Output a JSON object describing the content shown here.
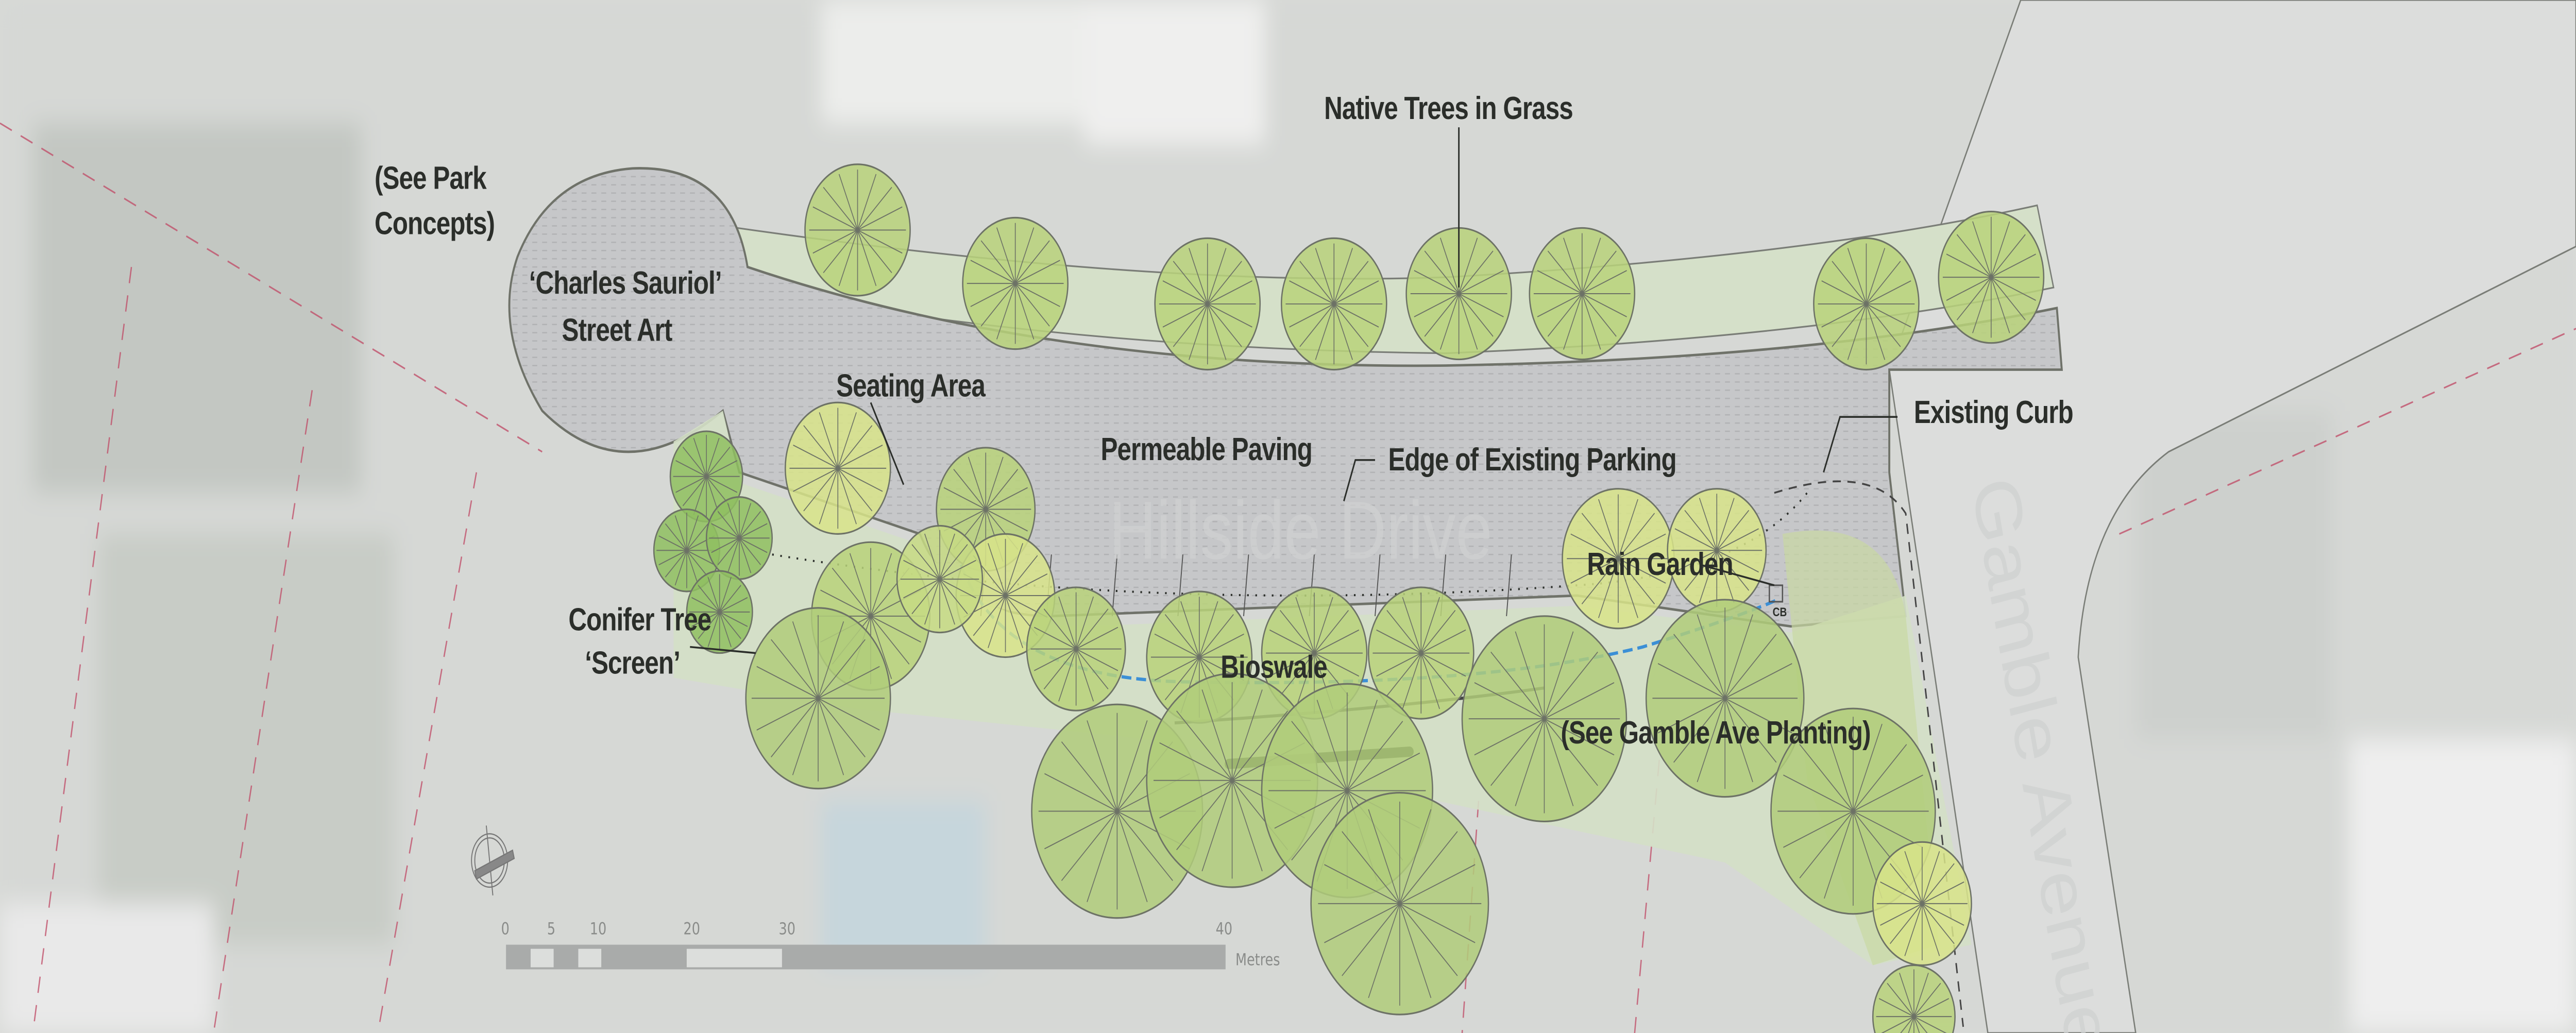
{
  "labels": {
    "park_concepts_1": "(See Park",
    "park_concepts_2": "Concepts)",
    "street_art_1": "‘Charles Sauriol’",
    "street_art_2": "Street Art",
    "native_trees": "Native Trees in Grass",
    "seating_area": "Seating Area",
    "permeable_paving": "Permeable Paving",
    "edge_parking": "Edge of Existing Parking",
    "existing_curb": "Existing Curb",
    "rain_garden": "Rain Garden",
    "conifer_1": "Conifer Tree",
    "conifer_2": "‘Screen’",
    "bioswale": "Bioswale",
    "gamble_planting": "(See Gamble Ave Planting)",
    "catch_basin": "CB"
  },
  "streets": {
    "hillside": "Hillside Drive",
    "gamble": "Gamble Avenue"
  },
  "scale_bar": {
    "ticks": [
      "0",
      "5",
      "10",
      "20",
      "30",
      "40"
    ],
    "unit": "Metres"
  },
  "colors": {
    "tree_fill": "#b5cf7a",
    "paving": "#c4c5c7",
    "grass": "#d6e2c8",
    "bioswale": "#3b8fd6",
    "property_line": "#c0506a"
  }
}
